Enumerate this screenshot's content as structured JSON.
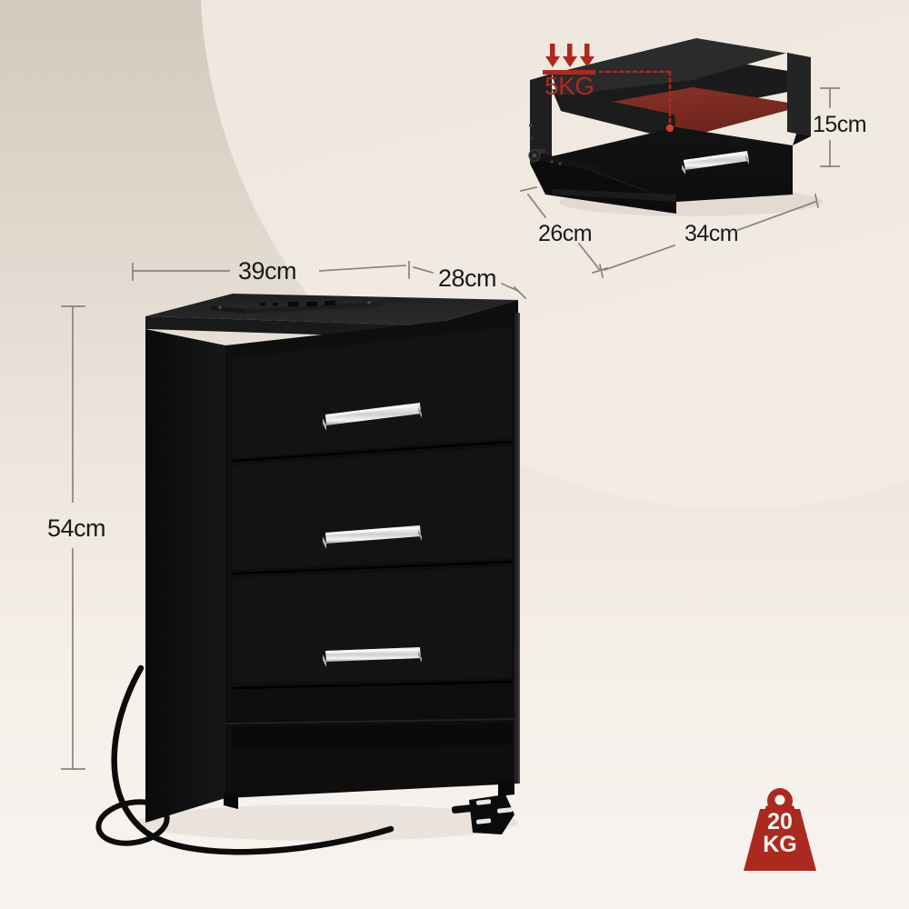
{
  "scene": {
    "title": "Black 3-drawer bedside cabinet dimension diagram",
    "background_top_color": "#d2cabf",
    "background_bottom_color": "#f9f3f0",
    "arc_fill_color": "#ece4d9",
    "furniture_color": "#141414",
    "handle_color": "#d8d8d8",
    "drawer_base_color": "#7b2c22",
    "accent_red": "#ab2a20"
  },
  "cabinet": {
    "name": "3-drawer nightstand",
    "drawer_count": 3,
    "dimensions": {
      "width": "39cm",
      "depth": "28cm",
      "height": "54cm"
    },
    "features": {
      "power_strip": "power-strip",
      "plug": "uk-3-pin-plug",
      "cable": "power-cable"
    }
  },
  "drawer_detail": {
    "name": "single drawer cutaway",
    "dimensions": {
      "height": "15cm",
      "depth": "26cm",
      "width": "34cm"
    },
    "load_label": "5KG",
    "load_arrows": 3
  },
  "weight_badge": {
    "line1": "20",
    "line2": "KG",
    "color": "#ab2a20"
  }
}
